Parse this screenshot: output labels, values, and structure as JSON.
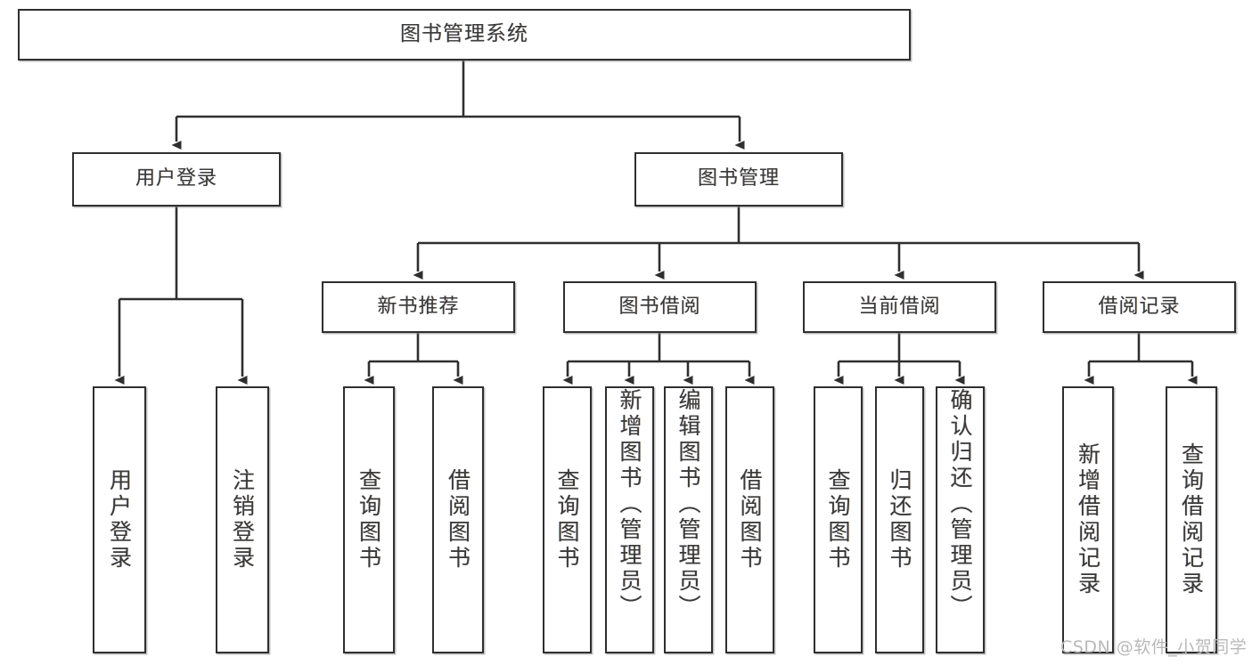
{
  "diagram": {
    "title": "图书管理系统",
    "type": "tree-hierarchy",
    "orientation": "top-down",
    "watermark": "CSDN @软件_小贺同学",
    "colors": {
      "box_border": "#2f2f2f",
      "box_fill": "#ffffff",
      "edge": "#2f2f2f",
      "text": "#3a3a3a",
      "watermark": "#b9b9b9",
      "background": "#ffffff"
    }
  },
  "nodes": {
    "root": {
      "label": "图书管理系统"
    },
    "level2": [
      {
        "id": "user-login",
        "label": "用户登录"
      },
      {
        "id": "book-manage",
        "label": "图书管理"
      }
    ],
    "level3": [
      {
        "id": "new-book-recommend",
        "label": "新书推荐"
      },
      {
        "id": "book-borrow",
        "label": "图书借阅"
      },
      {
        "id": "current-borrow",
        "label": "当前借阅"
      },
      {
        "id": "borrow-record",
        "label": "借阅记录"
      }
    ],
    "leaves": {
      "user-login": [
        {
          "id": "leaf-user-login",
          "label": "用户登录"
        },
        {
          "id": "leaf-logout",
          "label": "注销登录"
        }
      ],
      "new-book-recommend": [
        {
          "id": "leaf-query-book-1",
          "label": "查询图书"
        },
        {
          "id": "leaf-borrow-book-1",
          "label": "借阅图书"
        }
      ],
      "book-borrow": [
        {
          "id": "leaf-query-book-2",
          "label": "查询图书"
        },
        {
          "id": "leaf-add-book",
          "label": "新增图书（管理员）"
        },
        {
          "id": "leaf-edit-book",
          "label": "编辑图书（管理员）"
        },
        {
          "id": "leaf-borrow-book-2",
          "label": "借阅图书"
        }
      ],
      "current-borrow": [
        {
          "id": "leaf-query-book-3",
          "label": "查询图书"
        },
        {
          "id": "leaf-return-book",
          "label": "归还图书"
        },
        {
          "id": "leaf-confirm-return",
          "label": "确认归还（管理员）"
        }
      ],
      "borrow-record": [
        {
          "id": "leaf-add-record",
          "label": "新增借阅记录"
        },
        {
          "id": "leaf-query-record",
          "label": "查询借阅记录"
        }
      ]
    }
  }
}
